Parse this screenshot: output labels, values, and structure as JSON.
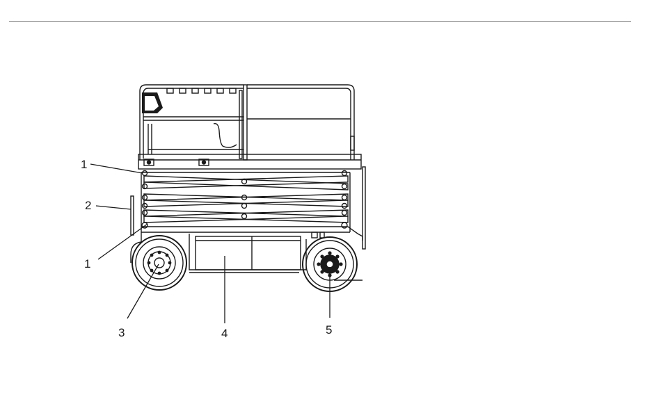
{
  "figure": {
    "subject": "scissor-lift-side-view",
    "callouts": [
      {
        "id": "callout-1-upper",
        "text": "1"
      },
      {
        "id": "callout-2",
        "text": "2"
      },
      {
        "id": "callout-1-lower",
        "text": "1"
      },
      {
        "id": "callout-3",
        "text": "3"
      },
      {
        "id": "callout-4",
        "text": "4"
      },
      {
        "id": "callout-5",
        "text": "5"
      }
    ]
  }
}
